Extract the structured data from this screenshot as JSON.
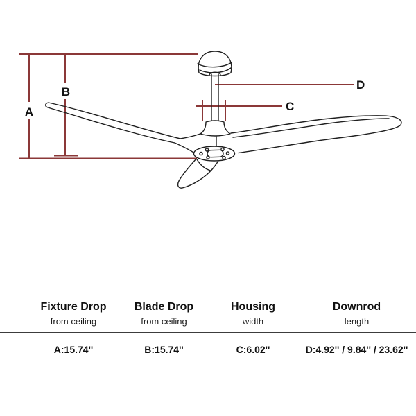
{
  "diagram": {
    "accent_color": "#8b3838",
    "line_color": "#1f1f1f",
    "labels": {
      "a": "A",
      "b": "B",
      "c": "C",
      "d": "D"
    }
  },
  "table": {
    "columns": [
      {
        "title": "Fixture Drop",
        "subtitle": "from ceiling",
        "value": "A:15.74''"
      },
      {
        "title": "Blade Drop",
        "subtitle": "from ceiling",
        "value": "B:15.74''"
      },
      {
        "title": "Housing",
        "subtitle": "width",
        "value": "C:6.02''"
      },
      {
        "title": "Downrod",
        "subtitle": "length",
        "value": "D:4.92'' / 9.84'' / 23.62''"
      }
    ]
  }
}
